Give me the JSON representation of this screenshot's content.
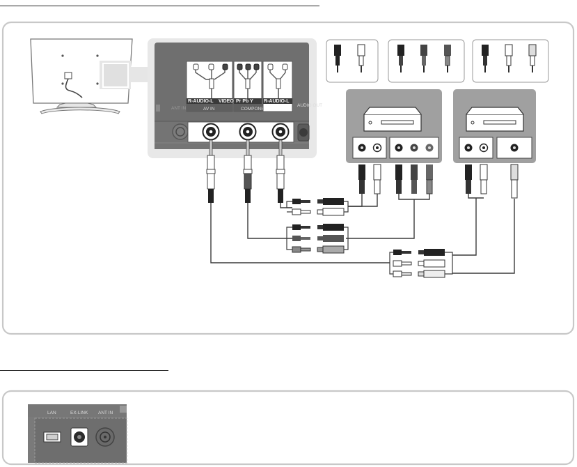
{
  "colors": {
    "panel_outline": "#c8c8c8",
    "tv_panel": "#6f6f6f",
    "device_panel": "#9c9c9c",
    "cable": "#3a3a3a",
    "plug_dark": "#2a2a2a",
    "plug_mid": "#6a6a6a",
    "plug_light": "#ffffff"
  },
  "tv_back_panel": {
    "group_labels": {
      "audio": "R-AUDIO-L",
      "video": "VIDEO",
      "component": "Pr  Pb  Y",
      "component_audio": "R-AUDIO-L"
    },
    "side_labels": {
      "av_in": "AV IN",
      "component_in": "COMPONENT IN",
      "ant_in": "ANT IN",
      "audio_out": "AUDIO OUT"
    }
  },
  "network_panel": {
    "labels": {
      "lan": "LAN",
      "ex_link": "EX-LINK",
      "ant_in": "ANT IN"
    }
  },
  "icons": {
    "tv": "tv-rear-icon",
    "player": "dvd-player-icon",
    "rca_plug": "rca-plug-icon"
  }
}
